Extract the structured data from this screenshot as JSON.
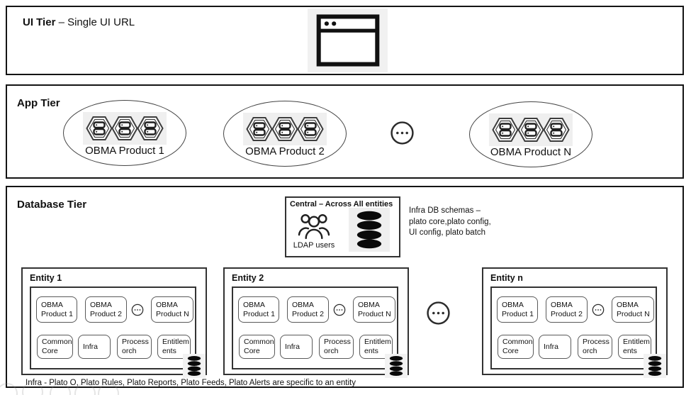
{
  "ui_tier": {
    "title_bold": "UI Tier",
    "title_rest": " – Single UI URL",
    "icon": "browser-window-icon"
  },
  "app_tier": {
    "title": "App Tier",
    "clusters": [
      {
        "label": "OBMA Product 1",
        "icon": "hexagon-service-icon",
        "icon_count": 3
      },
      {
        "label": "OBMA Product 2",
        "icon": "hexagon-service-icon",
        "icon_count": 3
      },
      {
        "label": "OBMA Product N",
        "icon": "hexagon-service-icon",
        "icon_count": 3
      }
    ],
    "more_icon": "ellipsis-circle-icon"
  },
  "database_tier": {
    "title": "Database Tier",
    "central": {
      "title": "Central – Across All entities",
      "ldap_label": "LDAP users",
      "icons": [
        "users-group-icon",
        "database-stack-icon"
      ]
    },
    "schema_note_lines": [
      "Infra DB schemas –",
      "plato core,plato config,",
      "UI config, plato batch"
    ],
    "entities": [
      {
        "title": "Entity 1",
        "products": [
          "OBMA Product 1",
          "OBMA Product 2",
          "OBMA Product N"
        ],
        "modules": [
          "Common Core",
          "Infra",
          "Process orch",
          "Entitlem ents"
        ],
        "db_icon": "database-stack-icon"
      },
      {
        "title": "Entity 2",
        "products": [
          "OBMA Product 1",
          "OBMA Product 2",
          "OBMA Product N"
        ],
        "modules": [
          "Common Core",
          "Infra",
          "Process orch",
          "Entitlem ents"
        ],
        "db_icon": "database-stack-icon"
      },
      {
        "title": "Entity n",
        "products": [
          "OBMA Product 1",
          "OBMA Product 2",
          "OBMA Product N"
        ],
        "modules": [
          "Common Core",
          "Infra",
          "Process orch",
          "Entitlem ents"
        ],
        "db_icon": "database-stack-icon"
      }
    ],
    "more_icon": "ellipsis-circle-icon",
    "footnote": "Infra - Plato O, Plato Rules, Plato Reports, Plato Feeds, Plato Alerts are specific to an entity"
  },
  "colors": {
    "box_border": "#141414",
    "inner_border": "#333333",
    "rect_border": "#595959",
    "icon_tile": "#efefef"
  }
}
